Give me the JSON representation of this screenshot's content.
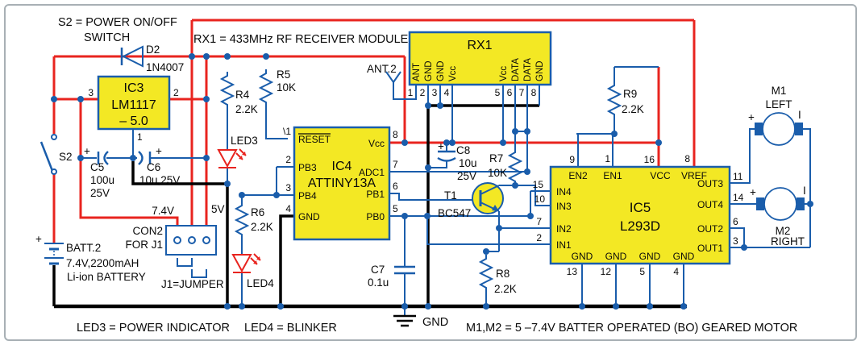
{
  "colors": {
    "wire_red": "#e8241f",
    "wire_blue": "#1a5dab",
    "wire_black": "#000000",
    "ic_fill": "#f3e824",
    "led_red": "#e8241f",
    "border": "#a8b0b5",
    "background": "#ffffff"
  },
  "notes": {
    "s2_1": "S2 = POWER ON/OFF",
    "s2_2": "SWITCH",
    "rx1": "RX1 = 433MHz RF RECEIVER MODULE",
    "led3": "LED3 = POWER INDICATOR",
    "led4": "LED4 = BLINKER",
    "gnd": "GND",
    "motors": "M1,M2 = 5 –7.4V BATTER OPERATED (BO) GEARED MOTOR"
  },
  "ic3": {
    "title": "IC3",
    "part": "LM1117",
    "variant": "– 5.0",
    "pin_in": "3",
    "pin_out": "2",
    "pin_gnd": "1"
  },
  "d2": {
    "name": "D2",
    "value": "1N4007"
  },
  "s2": {
    "label": "S2"
  },
  "battery": {
    "plus": "+",
    "name": "BATT.2",
    "spec": "7.4V,2200mAH",
    "type": "Li-ion BATTERY"
  },
  "c5": {
    "plus": "+",
    "name": "C5",
    "v1": "100u",
    "v2": "25V"
  },
  "c6": {
    "plus": "+",
    "name": "C6",
    "v": "10u,25V"
  },
  "rails": {
    "v74": "7.4V",
    "v5": "5V"
  },
  "con2": {
    "l1": "CON2",
    "l2": "FOR J1",
    "jumper": "J1=JUMPER"
  },
  "r4": {
    "name": "R4",
    "v": "2.2K"
  },
  "r5": {
    "name": "R5",
    "v": "10K"
  },
  "r6": {
    "name": "R6",
    "v": "2.2K"
  },
  "r7": {
    "name": "R7",
    "v": "10K"
  },
  "r8": {
    "name": "R8",
    "v": "2.2K"
  },
  "r9": {
    "name": "R9",
    "v": "2.2K"
  },
  "led3": {
    "label": "LED3"
  },
  "led4": {
    "label": "LED4"
  },
  "ant": {
    "label": "ANT.2"
  },
  "c7": {
    "name": "C7",
    "v": "0.1u"
  },
  "c8": {
    "plus": "+",
    "name": "C8",
    "v1": "10u",
    "v2": "25V"
  },
  "t1": {
    "name": "T1",
    "part": "BC547"
  },
  "rx1": {
    "title": "RX1",
    "numbers": [
      "1",
      "2",
      "3",
      "4",
      "5",
      "6",
      "7",
      "8"
    ],
    "labels": [
      "ANT",
      "GND",
      "GND",
      "Vcc",
      "Vcc",
      "DATA",
      "DATA",
      "GND"
    ]
  },
  "ic4": {
    "title": "IC4",
    "part": "ATTINY13A",
    "l_nums": [
      "\\1",
      "2",
      "3",
      "4"
    ],
    "l_labels": [
      "RESET",
      "PB3",
      "PB4",
      "GND"
    ],
    "r_nums": [
      "8",
      "7",
      "6",
      "5"
    ],
    "r_labels": [
      "Vcc",
      "ADC1",
      "PB1",
      "PB0"
    ]
  },
  "ic5": {
    "title": "IC5",
    "part": "L293D",
    "top_nums": [
      "9",
      "1",
      "16",
      "8"
    ],
    "top_labels": [
      "EN2",
      "EN1",
      "VCC",
      "VREF"
    ],
    "l_nums": [
      "15",
      "10",
      "7",
      "2"
    ],
    "l_labels": [
      "IN4",
      "IN3",
      "IN2",
      "IN1"
    ],
    "r_nums": [
      "11",
      "14",
      "6",
      "3"
    ],
    "r_labels": [
      "OUT3",
      "OUT4",
      "OUT2",
      "OUT1"
    ],
    "b_nums": [
      "13",
      "12",
      "5",
      "4"
    ],
    "b_labels": [
      "GND",
      "GND",
      "GND",
      "GND"
    ]
  },
  "m1": {
    "name": "M1",
    "side": "LEFT",
    "plus": "+",
    "minus": "I"
  },
  "m2": {
    "name": "M2",
    "side": "RIGHT",
    "plus": "+",
    "minus": "I"
  }
}
